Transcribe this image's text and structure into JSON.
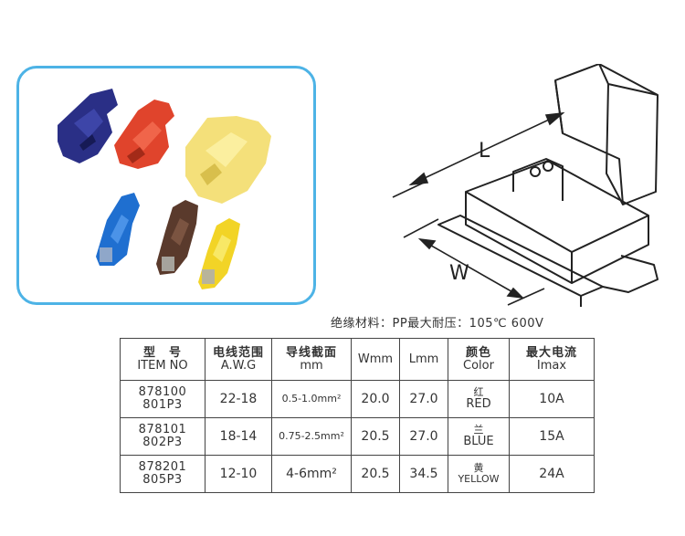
{
  "spec_line": "绝缘材料：PP最大耐压：105℃ 600V",
  "dimension_labels": {
    "length": "L",
    "width": "W"
  },
  "table": {
    "headers": [
      {
        "zh": "型　号",
        "en": "ITEM NO"
      },
      {
        "zh": "电线范围",
        "en": "A.W.G"
      },
      {
        "zh": "导线截面",
        "en": "mm"
      },
      {
        "zh": "",
        "en": "Wmm"
      },
      {
        "zh": "",
        "en": "Lmm"
      },
      {
        "zh": "颜色",
        "en": "Color"
      },
      {
        "zh": "最大电流",
        "en": "Imax"
      }
    ],
    "rows": [
      {
        "item1": "878100",
        "item2": "801P3",
        "awg": "22-18",
        "section": "0.5-1.0mm²",
        "w": "20.0",
        "l": "27.0",
        "color_zh": "红",
        "color_en": "RED",
        "imax": "10A"
      },
      {
        "item1": "878101",
        "item2": "802P3",
        "awg": "18-14",
        "section": "0.75-2.5mm²",
        "w": "20.5",
        "l": "27.0",
        "color_zh": "兰",
        "color_en": "BLUE",
        "imax": "15A"
      },
      {
        "item1": "878201",
        "item2": "805P3",
        "awg": "12-10",
        "section": "4-6mm²",
        "w": "20.5",
        "l": "34.5",
        "color_zh": "黄",
        "color_en": "YELLOW",
        "imax": "24A"
      }
    ]
  },
  "colors": {
    "frame": "#4db3e6",
    "navy": "#2a2f86",
    "red": "#e0442c",
    "yellow": "#f4e07a",
    "blue": "#1f6fd0",
    "brown": "#5a3a2c",
    "yellow_small": "#f2d426"
  }
}
